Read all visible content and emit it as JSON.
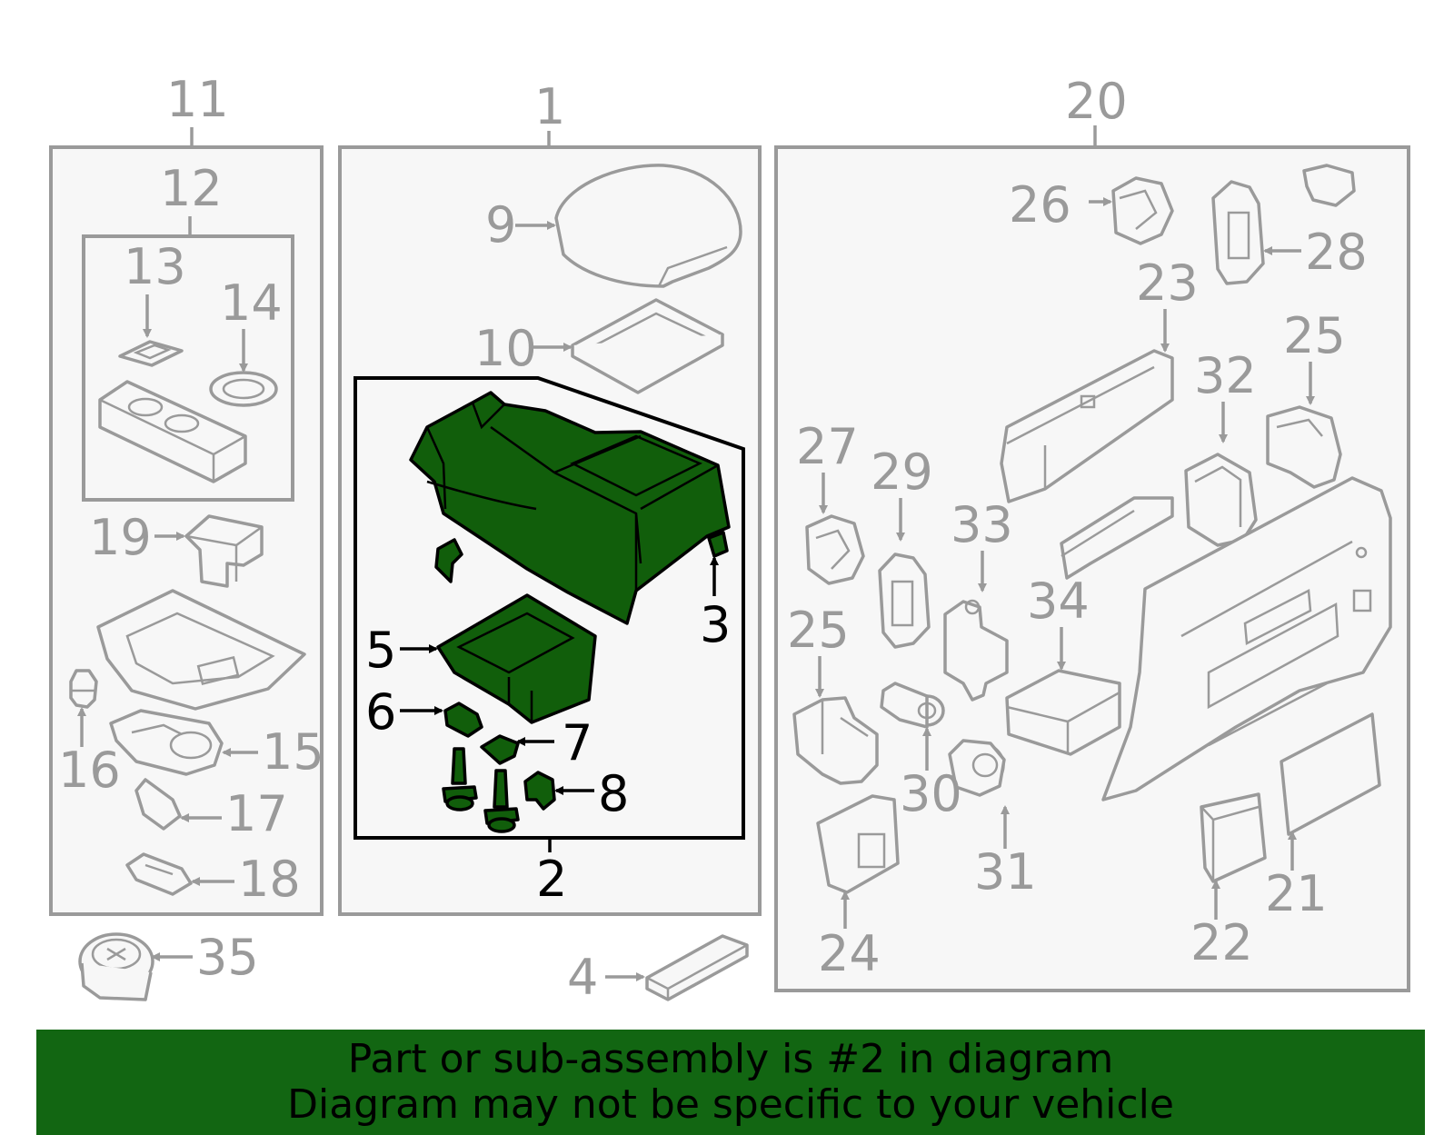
{
  "diagram": {
    "labels": {
      "n1": "1",
      "n2": "2",
      "n3": "3",
      "n4": "4",
      "n5": "5",
      "n6": "6",
      "n7": "7",
      "n8": "8",
      "n9": "9",
      "n10": "10",
      "n11": "11",
      "n12": "12",
      "n13": "13",
      "n14": "14",
      "n15": "15",
      "n16": "16",
      "n17": "17",
      "n18": "18",
      "n19": "19",
      "n20": "20",
      "n21": "21",
      "n22": "22",
      "n23": "23",
      "n24": "24",
      "n25a": "25",
      "n25b": "25",
      "n26": "26",
      "n27": "27",
      "n28": "28",
      "n29": "29",
      "n30": "30",
      "n31": "31",
      "n32": "32",
      "n33": "33",
      "n34": "34",
      "n35": "35"
    },
    "highlighted_parts": [
      "2",
      "3",
      "5",
      "6",
      "7",
      "8"
    ],
    "highlight_color": "#115e0b",
    "banner_color": "#126612"
  },
  "banner": {
    "line1": "Part or sub-assembly is #2 in diagram",
    "line2": "Diagram may not be specific to your vehicle"
  }
}
